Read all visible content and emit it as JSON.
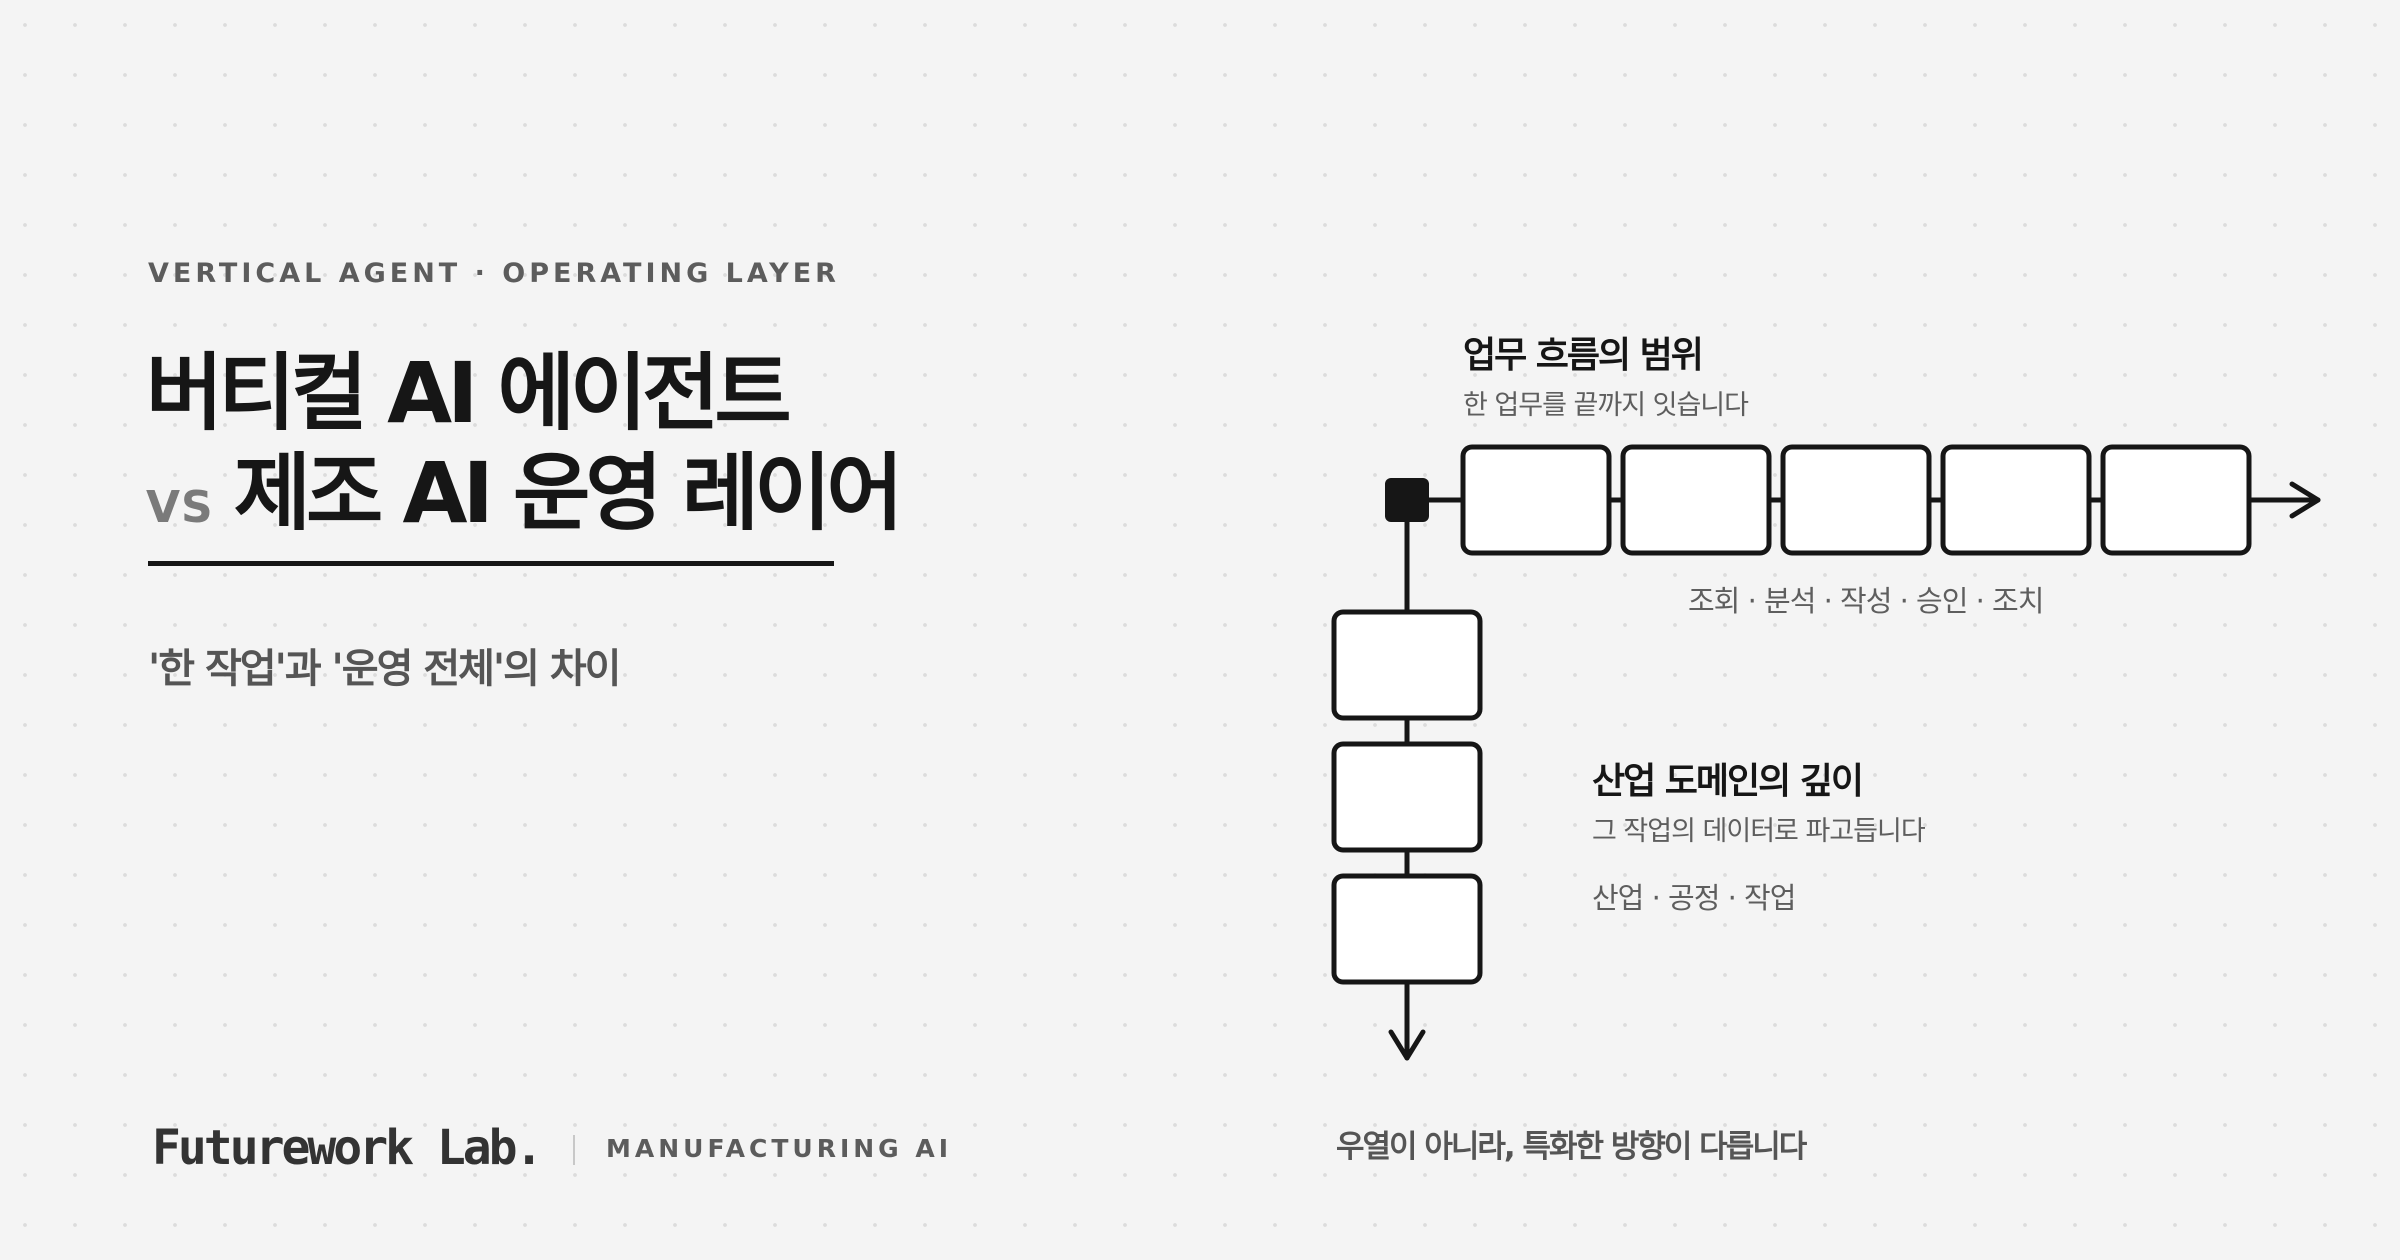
{
  "eyebrow": "VERTICAL AGENT · OPERATING LAYER",
  "title": {
    "line1": "버티컬 AI 에이전트",
    "vs": "VS",
    "line2": "제조 AI 운영 레이어"
  },
  "subtitle": "'한 작업'과 '운영 전체'의 차이",
  "brand": {
    "logo": "Futurework Lab.",
    "tag": "MANUFACTURING AI"
  },
  "diagram": {
    "horizontal": {
      "title": "업무 흐름의 범위",
      "description": "한 업무를 끝까지 잇습니다",
      "steps": "조회 · 분석 · 작성 · 승인 · 조치",
      "box_count": 5
    },
    "vertical": {
      "title": "산업 도메인의 깊이",
      "description": "그 작업의 데이터로 파고듭니다",
      "steps": "산업 · 공정 · 작업",
      "box_count": 3
    },
    "footer_note": "우열이 아니라, 특화한 방향이 다릅니다",
    "colors": {
      "stroke": "#161616",
      "box_fill": "#ffffff",
      "node_fill": "#161616"
    }
  }
}
